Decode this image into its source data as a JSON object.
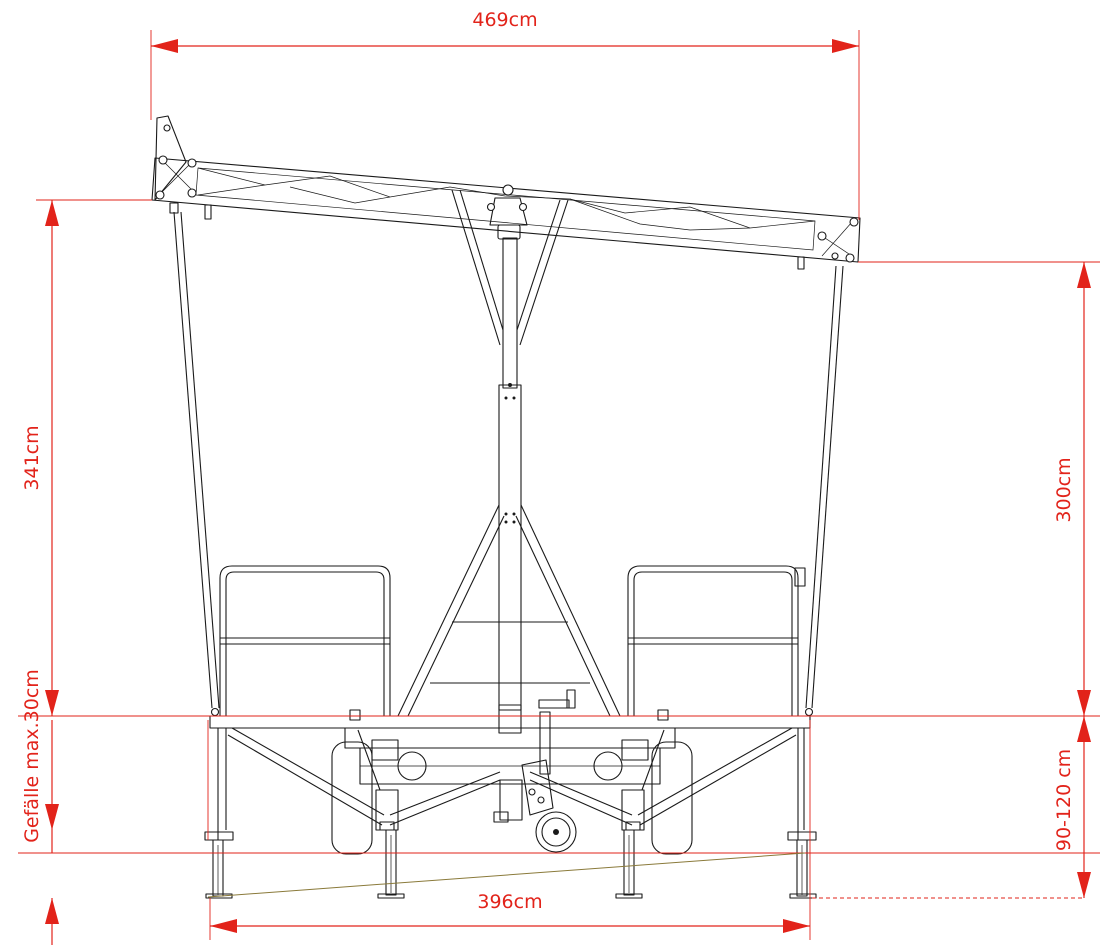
{
  "dimensions": {
    "top_width": "469cm",
    "left_height": "341cm",
    "right_height": "300cm",
    "slope_label": "Gefälle max.30cm",
    "foot_range": "90-120 cm",
    "base_width": "396cm"
  },
  "colors": {
    "dimension": "#e2231a",
    "machine": "#1a1a1a",
    "slope_line": "#8a7a3a"
  }
}
